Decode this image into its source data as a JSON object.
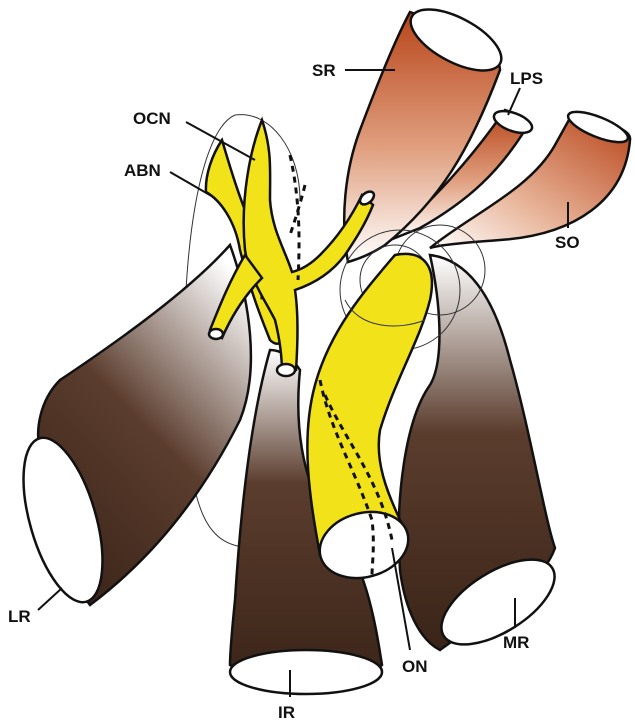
{
  "figure": {
    "colors": {
      "muscle_dark": "#3a2418",
      "muscle_mid": "#6b4a3a",
      "muscle_light": "#ffffff",
      "muscle_orange": "#c0501a",
      "nerve": "#f2e21a",
      "outline": "#111111"
    },
    "labels": {
      "sr": "SR",
      "lps": "LPS",
      "so": "SO",
      "ocn": "OCN",
      "abn": "ABN",
      "lr": "LR",
      "ir": "IR",
      "on": "ON",
      "mr": "MR"
    }
  }
}
